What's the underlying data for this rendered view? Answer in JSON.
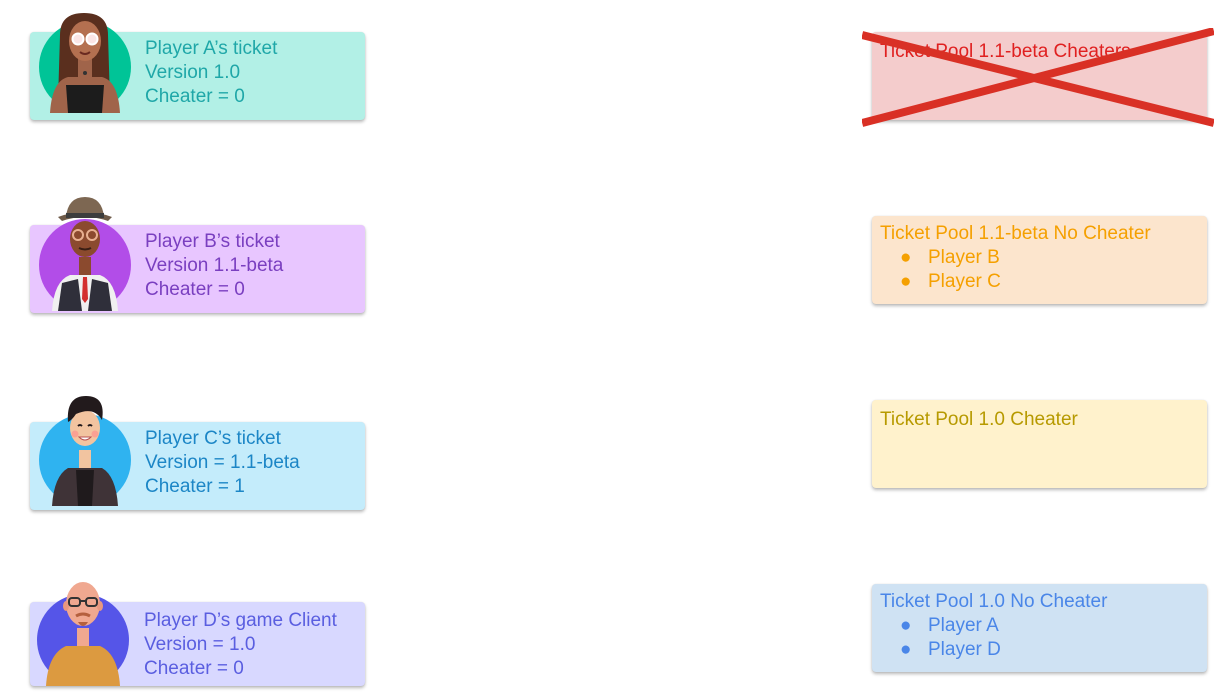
{
  "tickets": [
    {
      "lines": [
        "Player A’s ticket",
        "Version 1.0",
        "Cheater = 0"
      ],
      "bg": "#b2f0e6",
      "text": "#1fa7a8"
    },
    {
      "lines": [
        "Player B’s ticket",
        "Version 1.1-beta",
        "Cheater = 0"
      ],
      "bg": "#e8c6ff",
      "text": "#7a3fc0"
    },
    {
      "lines": [
        "Player C’s ticket",
        "Version = 1.1-beta",
        "Cheater = 1"
      ],
      "bg": "#c4ecfb",
      "text": "#1c86c6"
    },
    {
      "lines": [
        "Player D’s game Client",
        "Version = 1.0",
        "Cheater = 0"
      ],
      "bg": "#d8d8ff",
      "text": "#5a5ee0"
    }
  ],
  "pools": [
    {
      "title": "Ticket Pool 1.1-beta Cheaters",
      "players": [],
      "bg": "#f4cccc",
      "text": "#e02020",
      "crossed": true
    },
    {
      "title": "Ticket Pool 1.1-beta No Cheater",
      "players": [
        "Player B",
        "Player C"
      ],
      "bg": "#fce5cd",
      "text": "#f5a000",
      "crossed": false
    },
    {
      "title": "Ticket Pool 1.0 Cheater",
      "players": [],
      "bg": "#fff2cc",
      "text": "#b79a00",
      "crossed": false
    },
    {
      "title": "Ticket Pool 1.0 No Cheater",
      "players": [
        "Player A",
        "Player D"
      ],
      "bg": "#cfe2f3",
      "text": "#4a86e8",
      "crossed": false
    }
  ],
  "bullet": "●",
  "cross_color": "#d93025"
}
